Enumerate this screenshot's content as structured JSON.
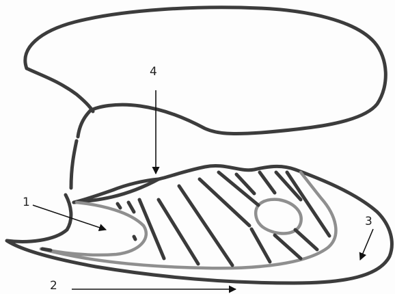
{
  "labels": {
    "l1": "1",
    "l2": "2",
    "l3": "3",
    "l4": "4"
  },
  "colors": {
    "outline": "#3c3c3c",
    "inner_outline": "#8f8f8f",
    "arrow": "#111111",
    "background": "#fdfdfd"
  }
}
